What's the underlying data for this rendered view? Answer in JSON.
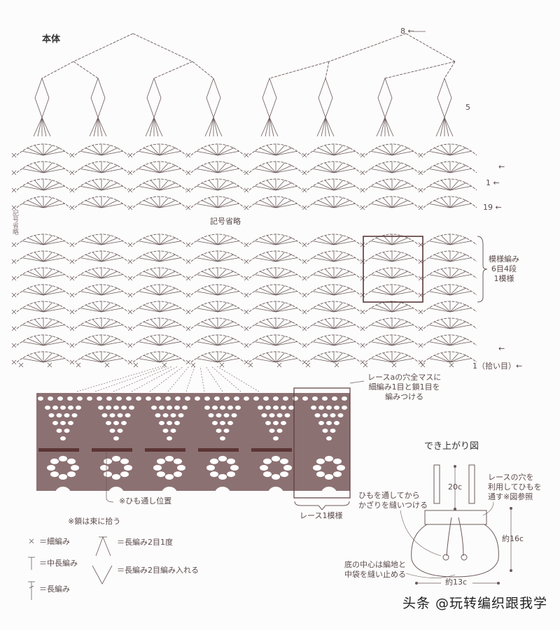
{
  "title": "本体",
  "side_note": "記号省略",
  "row_labels": {
    "top": "8 ←",
    "five": "5",
    "arrow_a": "←",
    "one": "1 ←",
    "nineteen": "19 ←",
    "arrow_b": "←",
    "pickup": "1（拾い目）←"
  },
  "omitted_label": "記号省略",
  "pattern_repeat": [
    "模様編み",
    "6目4段",
    "1模様"
  ],
  "lace_note": [
    "レースaの穴全マスに",
    "細編み1目と鎖1目を",
    "編みつける"
  ],
  "cord_position": "※ひも通し位置",
  "lace_repeat": "レース1模様",
  "chain_note": "※鎖は束に拾う",
  "legend": [
    {
      "symbol": "x",
      "label": "＝細編み"
    },
    {
      "symbol": "hdc",
      "label": "＝中長編み"
    },
    {
      "symbol": "dc",
      "label": "＝長編み"
    },
    {
      "symbol": "dc2tog",
      "label": "＝長編み2目1度"
    },
    {
      "symbol": "dc2inc",
      "label": "＝長編み2目編み入れる"
    }
  ],
  "bag": {
    "title": "でき上がり図",
    "strap_height": "20c",
    "cord_note": [
      "ひもを通してから",
      "かざりを縫いつける"
    ],
    "lace_note": [
      "レースの穴を",
      "利用してひもを",
      "通す※図参照"
    ],
    "height": "約16c",
    "bottom_note": [
      "底の中心は編地と",
      "中袋を縫い止める"
    ],
    "width": "約13c"
  },
  "watermark": "头条 @玩转编织跟我学",
  "colors": {
    "ink": "#6b5a5a",
    "lace": "#8c7173",
    "lace_bar": "#5b3434",
    "frame": "#5a3a3a"
  }
}
